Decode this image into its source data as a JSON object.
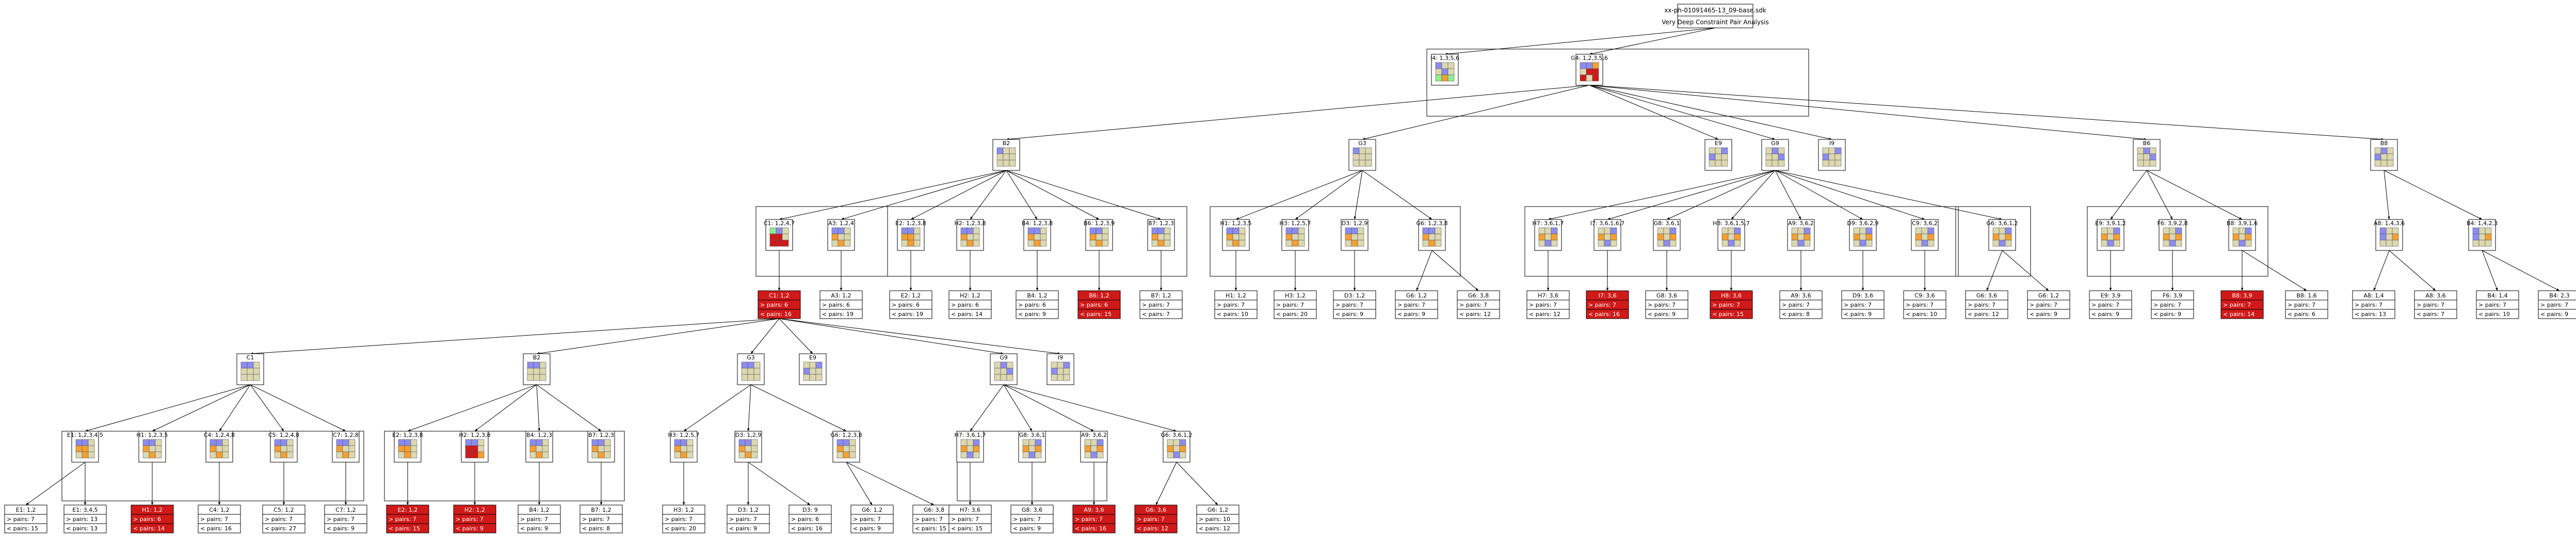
{
  "header": {
    "title": "xx-ph-01091465-13_09-base.sdk",
    "subtitle": "Very Deep Constraint Pair Analysis"
  },
  "colors": {
    "blue": "#8c8cf0",
    "orange": "#f5a032",
    "tan": "#dcd8b0",
    "red": "#d01a1a",
    "green": "#90ee90",
    "grey": "#c8c8c8"
  },
  "nodes": [
    {
      "id": "r1",
      "label": "I4: 1,3,5,6",
      "grid": "bt.tb.gog"
    },
    {
      "id": "r2",
      "label": "G4: 1,2,3,5,6",
      "grid": "bbo.rrr.r.r"
    },
    {
      "id": "L1a",
      "label": "B2",
      "grid": "bt..."
    },
    {
      "id": "L1b",
      "label": "G3",
      "grid": "bt..."
    },
    {
      "id": "L1c",
      "label": "E9",
      "grid": "..bb"
    },
    {
      "id": "L1d",
      "label": "G9",
      "grid": ".b...b"
    },
    {
      "id": "L1e",
      "label": "I9",
      "grid": "..bb"
    },
    {
      "id": "L1f",
      "label": "B6",
      "grid": ".b...b"
    },
    {
      "id": "L1g",
      "label": "B8",
      "grid": ".b.b"
    },
    {
      "id": "B2a",
      "label": "C1: 1,2,4,7",
      "grid": "gb.rr.rrr"
    },
    {
      "id": "B2b",
      "label": "A3: 1,2,4",
      "grid": "bb.ot..o"
    },
    {
      "id": "B2c",
      "label": "E2: 1,2,3,8",
      "grid": "bb.oo..o"
    },
    {
      "id": "B2d",
      "label": "H2: 1,2,3,8",
      "grid": "bb.ot..o"
    },
    {
      "id": "B2e",
      "label": "B4: 1,2,3,8",
      "grid": "bb.ot..o"
    },
    {
      "id": "B2f",
      "label": "B6: 1,2,3,9",
      "grid": "bb.ot..o"
    },
    {
      "id": "B2g",
      "label": "B7: 1,2,3",
      "grid": "bb.ot..o"
    },
    {
      "id": "G3a",
      "label": "H1: 1,2,3,5",
      "grid": "bb.ot..o"
    },
    {
      "id": "G3b",
      "label": "H3: 1,2,5,7",
      "grid": "bb.ot..o"
    },
    {
      "id": "G3c",
      "label": "D3: 1,2,9",
      "grid": "bb.ot..o"
    },
    {
      "id": "G3d",
      "label": "G6: 1,2,3,8",
      "grid": "bb.ot..o"
    },
    {
      "id": "G9a",
      "label": "H7: 3,6,1,7",
      "grid": "..bo.o.b"
    },
    {
      "id": "G9b",
      "label": "I7: 3,6,1,6,7",
      "grid": "..bo.o.b"
    },
    {
      "id": "G9c",
      "label": "G8: 3,6,1",
      "grid": "..bo.o.b"
    },
    {
      "id": "G9d",
      "label": "H8: 3,6,1,5,7",
      "grid": "..bo.o.b"
    },
    {
      "id": "G9e",
      "label": "A9: 3,6,2",
      "grid": "..bo.o.b"
    },
    {
      "id": "G9f",
      "label": "D9: 3,6,2,9",
      "grid": "..bo.o.b"
    },
    {
      "id": "G9g",
      "label": "C9: 3,6,2",
      "grid": "..bo.o.b"
    },
    {
      "id": "G9h",
      "label": "G6: 3,6,1,2",
      "grid": "..bo.o.b"
    },
    {
      "id": "B6a",
      "label": "E9: 3,9,1,2",
      "grid": "..bo.o.b"
    },
    {
      "id": "B6b",
      "label": "F6: 3,9,2,8",
      "grid": "..bo.o.b"
    },
    {
      "id": "B6c",
      "label": "B8: 3,9,1,6",
      "grid": "..bo.o.b"
    },
    {
      "id": "B8a",
      "label": "A8: 1,4,3,6",
      "grid": "b..b.o"
    },
    {
      "id": "B8b",
      "label": "B4: 1,4,2,3",
      "grid": "b..b.o"
    },
    {
      "id": "D1",
      "label": "C1",
      "grid": "bb..."
    },
    {
      "id": "D2",
      "label": "B2",
      "grid": "bb..."
    },
    {
      "id": "D3",
      "label": "G3",
      "grid": "bb..."
    },
    {
      "id": "D4",
      "label": "E9",
      "grid": "..bb"
    },
    {
      "id": "D5",
      "label": "G9",
      "grid": ".b...b"
    },
    {
      "id": "D6",
      "label": "I9",
      "grid": "..bb"
    },
    {
      "id": "C1a",
      "label": "E1: 1,2,3,4,5",
      "grid": "bb.oo..o"
    },
    {
      "id": "C1b",
      "label": "H1: 1,2,3,5",
      "grid": "bb.ot..o"
    },
    {
      "id": "C1c",
      "label": "C4: 1,2,4,8",
      "grid": "bb.ot..o"
    },
    {
      "id": "C1d",
      "label": "C5: 1,2,4,8",
      "grid": "bb.ot..o"
    },
    {
      "id": "C1e",
      "label": "C7: 1,2,8",
      "grid": "bb.ot..o"
    },
    {
      "id": "D2a",
      "label": "E2: 1,2,3,8",
      "grid": "bb.oo..o"
    },
    {
      "id": "D2b",
      "label": "H2: 1,2,3,8",
      "grid": "bb.rr.rro"
    },
    {
      "id": "D2c",
      "label": "B4: 1,2,3",
      "grid": "bb.ot..o"
    },
    {
      "id": "D2d",
      "label": "B7: 1,2,3",
      "grid": "bb.ot..o"
    },
    {
      "id": "D3a",
      "label": "H3: 1,2,5,7",
      "grid": "bb.ot..o"
    },
    {
      "id": "D3b",
      "label": "D3: 1,2,9",
      "grid": "bb.ot..o"
    },
    {
      "id": "D3c",
      "label": "G6: 1,2,3,8",
      "grid": "bb.ot..o"
    },
    {
      "id": "D5a",
      "label": "H7: 3,6,1,7",
      "grid": "..bo.o.b"
    },
    {
      "id": "D5b",
      "label": "G8: 3,6,1",
      "grid": "..bo.o.b"
    },
    {
      "id": "D5c",
      "label": "A9: 3,6,2",
      "grid": "..bo.o.b"
    },
    {
      "id": "D5d",
      "label": "G6: 3,6,1,2",
      "grid": "..bo.o.b"
    }
  ],
  "leaves": [
    {
      "id": "f1",
      "label": "A3: 1,2",
      "l2": "> pairs: 6",
      "l3": "< pairs: 19",
      "red": false
    },
    {
      "id": "f2",
      "label": "E2: 1,2",
      "l2": "> pairs: 6",
      "l3": "< pairs: 19",
      "red": false
    },
    {
      "id": "f3",
      "label": "H2: 1,2",
      "l2": "> pairs: 6",
      "l3": "< pairs: 14",
      "red": false
    },
    {
      "id": "f4",
      "label": "B4: 1,2",
      "l2": "> pairs: 6",
      "l3": "< pairs: 9",
      "red": false
    },
    {
      "id": "f5",
      "label": "B6: 1,2",
      "l2": "> pairs: 6",
      "l3": "< pairs: 15",
      "red": true
    },
    {
      "id": "f6",
      "label": "B7: 1,2",
      "l2": "> pairs: 7",
      "l3": "< pairs: 7",
      "red": false
    },
    {
      "id": "f7",
      "label": "H1: 1,2",
      "l2": "> pairs: 7",
      "l3": "< pairs: 10",
      "red": false
    },
    {
      "id": "f8",
      "label": "H3: 1,2",
      "l2": "> pairs: 7",
      "l3": "< pairs: 20",
      "red": false
    },
    {
      "id": "f9",
      "label": "D3: 1,2",
      "l2": "> pairs: 7",
      "l3": "< pairs: 9",
      "red": false
    },
    {
      "id": "f10",
      "label": "G6: 1,2",
      "l2": "> pairs: 7",
      "l3": "< pairs: 9",
      "red": false
    },
    {
      "id": "f11",
      "label": "G6: 3,8",
      "l2": "> pairs: 7",
      "l3": "< pairs: 12",
      "red": false
    },
    {
      "id": "f12",
      "label": "H7: 3,6",
      "l2": "> pairs: 7",
      "l3": "< pairs: 12",
      "red": false
    },
    {
      "id": "f13",
      "label": "I7: 3,6",
      "l2": "> pairs: 7",
      "l3": "< pairs: 16",
      "red": true
    },
    {
      "id": "f14",
      "label": "G8: 3,6",
      "l2": "> pairs: 7",
      "l3": "< pairs: 9",
      "red": false
    },
    {
      "id": "f15",
      "label": "H8: 3,6",
      "l2": "> pairs: 7",
      "l3": "< pairs: 15",
      "red": true
    },
    {
      "id": "f16",
      "label": "A9: 3,6",
      "l2": "> pairs: 7",
      "l3": "< pairs: 8",
      "red": false
    },
    {
      "id": "f17",
      "label": "D9: 3,6",
      "l2": "> pairs: 7",
      "l3": "< pairs: 9",
      "red": false
    },
    {
      "id": "f18",
      "label": "C9: 3,6",
      "l2": "> pairs: 7",
      "l3": "< pairs: 10",
      "red": false
    },
    {
      "id": "f19",
      "label": "G6: 3,6",
      "l2": "> pairs: 7",
      "l3": "< pairs: 12",
      "red": false
    },
    {
      "id": "f20",
      "label": "G6: 1,2",
      "l2": "> pairs: 7",
      "l3": "< pairs: 9",
      "red": false
    },
    {
      "id": "f21",
      "label": "E9: 3,9",
      "l2": "> pairs: 7",
      "l3": "< pairs: 9",
      "red": false
    },
    {
      "id": "f22",
      "label": "F6: 3,9",
      "l2": "> pairs: 7",
      "l3": "< pairs: 9",
      "red": false
    },
    {
      "id": "f23",
      "label": "B8: 3,9",
      "l2": "> pairs: 7",
      "l3": "< pairs: 14",
      "red": true
    },
    {
      "id": "f24",
      "label": "B8: 1,6",
      "l2": "> pairs: 7",
      "l3": "< pairs: 6",
      "red": false
    },
    {
      "id": "f25",
      "label": "A8: 1,4",
      "l2": "> pairs: 7",
      "l3": "< pairs: 13",
      "red": false
    },
    {
      "id": "f26",
      "label": "A8: 3,6",
      "l2": "> pairs: 7",
      "l3": "< pairs: 7",
      "red": false
    },
    {
      "id": "f27",
      "label": "B4: 1,4",
      "l2": "> pairs: 7",
      "l3": "< pairs: 10",
      "red": false
    },
    {
      "id": "f28",
      "label": "B4: 2,3",
      "l2": "> pairs: 7",
      "l3": "< pairs: 9",
      "red": false
    },
    {
      "id": "mid",
      "label": "C1: 1,2",
      "l2": "> pairs: 6",
      "l3": "< pairs: 16",
      "red": true
    },
    {
      "id": "g1",
      "label": "E1: 1,2",
      "l2": "> pairs: 7",
      "l3": "< pairs: 15",
      "red": false
    },
    {
      "id": "g2",
      "label": "E1: 3,4,5",
      "l2": "> pairs: 13",
      "l3": "< pairs: 13",
      "red": false
    },
    {
      "id": "g3",
      "label": "H1: 1,2",
      "l2": "> pairs: 6",
      "l3": "< pairs: 14",
      "red": true
    },
    {
      "id": "g4",
      "label": "C4: 1,2",
      "l2": "> pairs: 7",
      "l3": "< pairs: 16",
      "red": false
    },
    {
      "id": "g5",
      "label": "C5: 1,2",
      "l2": "> pairs: 7",
      "l3": "< pairs: 27",
      "red": false
    },
    {
      "id": "g6",
      "label": "C7: 1,2",
      "l2": "> pairs: 7",
      "l3": "< pairs: 9",
      "red": false
    },
    {
      "id": "g7",
      "label": "E2: 1,2",
      "l2": "> pairs: 7",
      "l3": "< pairs: 15",
      "red": true
    },
    {
      "id": "g8",
      "label": "H2: 1,2",
      "l2": "> pairs: 7",
      "l3": "< pairs: 9",
      "red": true
    },
    {
      "id": "g9",
      "label": "B4: 1,2",
      "l2": "> pairs: 7",
      "l3": "< pairs: 9",
      "red": false
    },
    {
      "id": "g10",
      "label": "B7: 1,2",
      "l2": "> pairs: 7",
      "l3": "< pairs: 8",
      "red": false
    },
    {
      "id": "g11",
      "label": "H3: 1,2",
      "l2": "> pairs: 7",
      "l3": "< pairs: 20",
      "red": false
    },
    {
      "id": "g12",
      "label": "D3: 1,2",
      "l2": "> pairs: 7",
      "l3": "< pairs: 9",
      "red": false
    },
    {
      "id": "g13",
      "label": "D3: 9",
      "l2": "> pairs: 6",
      "l3": "< pairs: 16",
      "red": false
    },
    {
      "id": "g14",
      "label": "G6: 1,2",
      "l2": "> pairs: 7",
      "l3": "< pairs: 9",
      "red": false
    },
    {
      "id": "g15",
      "label": "G6: 3,8",
      "l2": "> pairs: 7",
      "l3": "< pairs: 15",
      "red": false
    },
    {
      "id": "g16",
      "label": "H7: 3,6",
      "l2": "> pairs: 7",
      "l3": "< pairs: 15",
      "red": false
    },
    {
      "id": "g17",
      "label": "G8: 3,6",
      "l2": "> pairs: 7",
      "l3": "< pairs: 9",
      "red": false
    },
    {
      "id": "g18",
      "label": "A9: 3,6",
      "l2": "> pairs: 7",
      "l3": "< pairs: 16",
      "red": true
    },
    {
      "id": "g19",
      "label": "G6: 3,6",
      "l2": "> pairs: 7",
      "l3": "< pairs: 12",
      "red": true
    },
    {
      "id": "g20",
      "label": "G6: 1,2",
      "l2": "> pairs: 10",
      "l3": "< pairs: 12",
      "red": false
    }
  ]
}
